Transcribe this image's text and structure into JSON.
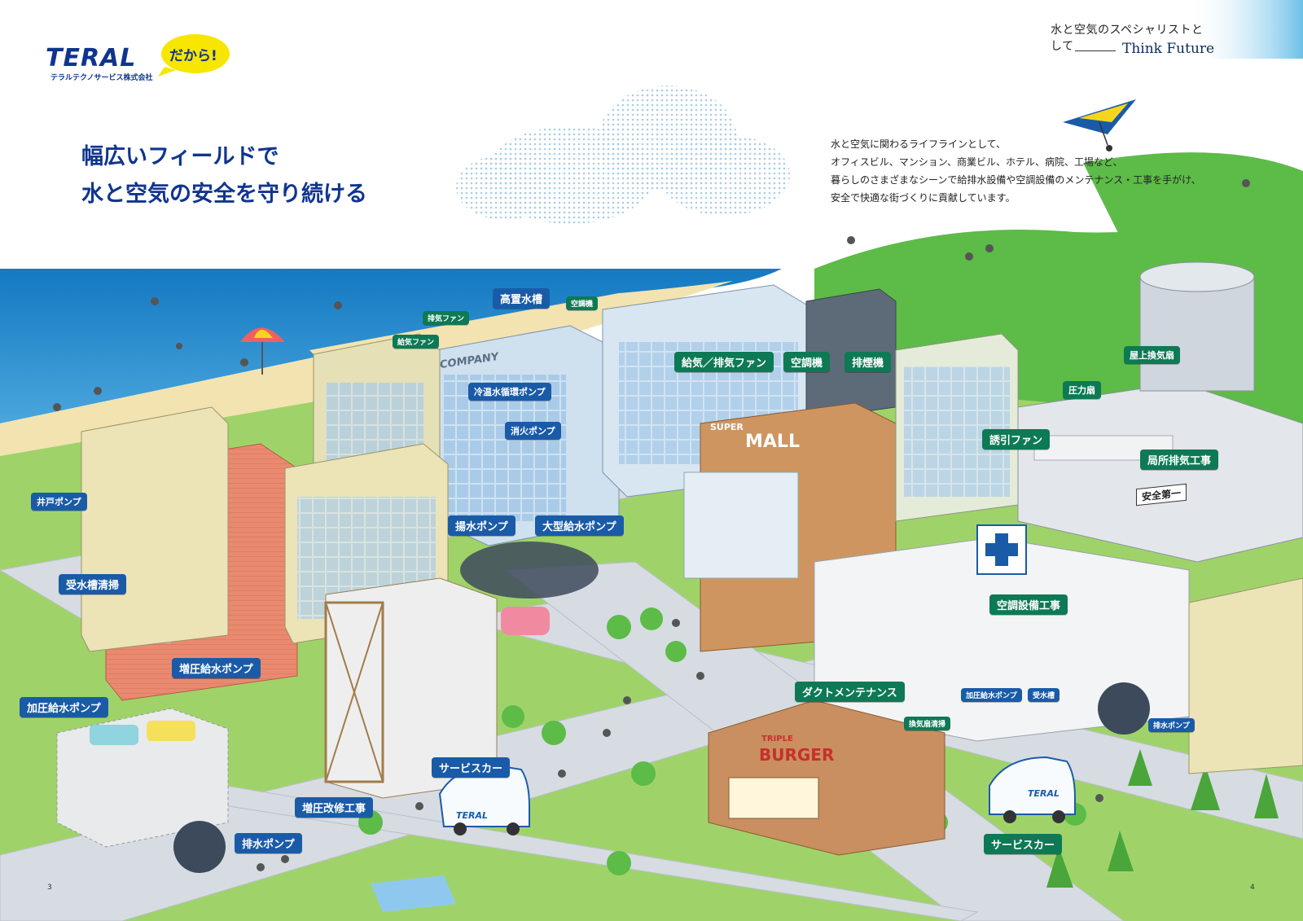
{
  "brand": {
    "logo_text": "TERAL",
    "company_name": "テラルテクノサービス株式会社",
    "bubble_text": "だから!",
    "tagline_ja": "水と空気のスペシャリストとして",
    "tagline_en": "Think Future",
    "primary_color": "#10358f",
    "bubble_color": "#f7e600"
  },
  "headline": {
    "line1": "幅広いフィールドで",
    "line2": "水と空気の安全を守り続ける"
  },
  "description": {
    "line1": "水と空気に関わるライフラインとして、",
    "line2": "オフィスビル、マンション、商業ビル、ホテル、病院、工場など、",
    "line3": "暮らしのさまざまなシーンで給排水設備や空調設備のメンテナンス・工事を手がけ、",
    "line4": "安全で快適な街づくりに貢献しています。"
  },
  "signage": {
    "company": "COMPANY",
    "mall_super": "SUPER",
    "mall": "MALL",
    "burger_triple": "TRIPLE",
    "burger": "BURGER",
    "safety": "安全第一",
    "car_logo": "TERAL"
  },
  "labels": {
    "koukasuisou": "高置水槽",
    "haiki_fan": "排気ファン",
    "kyuki_fan": "給気ファン",
    "kuchouki_small": "空調機",
    "reionsui_pump": "冷温水循環ポンプ",
    "shoka_pump": "消火ポンプ",
    "kyuhaiki_fan": "給気／排気ファン",
    "kuchouki": "空調機",
    "haientsuki": "排煙機",
    "okujou_kanki": "屋上換気扇",
    "atsuryoku_sen": "圧力扇",
    "yuuin_fan": "誘引ファン",
    "kyokusho_haiki": "局所排気工事",
    "ido_pump": "井戸ポンプ",
    "jusuisou_seisou": "受水槽清掃",
    "kaatsu_pump": "加圧給水ポンプ",
    "zouatsu_pump": "増圧給水ポンプ",
    "yousui_pump": "揚水ポンプ",
    "ogata_pump": "大型給水ポンプ",
    "kuchou_kouji": "空調設備工事",
    "duct_maint": "ダクトメンテナンス",
    "kankisen_seisou": "換気扇清掃",
    "kaatsu_pump_small": "加圧給水ポンプ",
    "jusuisou_small": "受水槽",
    "haisui_pump_small": "排水ポンプ",
    "service_car_1": "サービスカー",
    "service_car_2": "サービスカー",
    "zouatsu_kaishu": "増圧改修工事",
    "haisui_pump": "排水ポンプ"
  },
  "page_numbers": {
    "left": "3",
    "right": "4"
  },
  "colors": {
    "label_blue": "#1a5ba8",
    "label_green": "#0d7a55",
    "sea": "#1b7fc4",
    "sand": "#f3e3b0",
    "grass": "#9fd36a",
    "road": "#d6dce2"
  }
}
